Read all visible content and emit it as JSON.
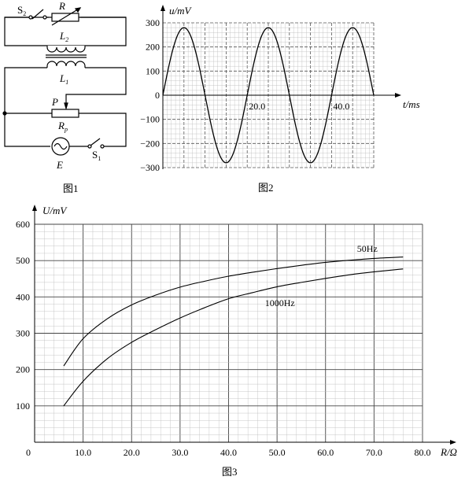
{
  "figure1": {
    "caption": "图1",
    "labels": {
      "s2": "S",
      "s2_sub": "2",
      "r": "R",
      "l2": "L",
      "l2_sub": "2",
      "l1": "L",
      "l1_sub": "1",
      "p": "P",
      "rp": "R",
      "rp_sub": "p",
      "e": "E",
      "s1": "S",
      "s1_sub": "1"
    }
  },
  "chart_data": [
    {
      "type": "line",
      "caption": "图2",
      "ylabel": "u/mV",
      "xlabel": "t/ms",
      "xlim": [
        0,
        50
      ],
      "ylim": [
        -300,
        300
      ],
      "yticks": [
        300,
        200,
        100,
        0,
        -100,
        -200,
        -300
      ],
      "ytick_labels": [
        "300",
        "200",
        "100",
        "0",
        "−100",
        "−200",
        "−300"
      ],
      "xticks": [
        20,
        40
      ],
      "xtick_labels": [
        "20.0",
        "40.0"
      ],
      "series": [
        {
          "name": "",
          "function": "sine",
          "amplitude": 280,
          "period": 20,
          "x_start": 0,
          "x_end": 50
        }
      ],
      "grid": true
    },
    {
      "type": "line",
      "caption": "图3",
      "ylabel": "U/mV",
      "xlabel": "R/Ω",
      "xlim": [
        0,
        80
      ],
      "ylim": [
        0,
        600
      ],
      "xticks": [
        0,
        10,
        20,
        30,
        40,
        50,
        60,
        70,
        80
      ],
      "xtick_labels": [
        "0",
        "10.0",
        "20.0",
        "30.0",
        "40.0",
        "50.0",
        "60.0",
        "70.0",
        "80.0"
      ],
      "yticks": [
        100,
        200,
        300,
        400,
        500,
        600
      ],
      "ytick_labels": [
        "100",
        "200",
        "300",
        "400",
        "500",
        "600"
      ],
      "series": [
        {
          "name": "50Hz",
          "x": [
            6,
            10,
            15,
            20,
            25,
            30,
            35,
            40,
            45,
            50,
            55,
            60,
            65,
            70,
            76
          ],
          "y": [
            210,
            285,
            340,
            378,
            405,
            427,
            443,
            457,
            468,
            478,
            487,
            495,
            501,
            506,
            510
          ]
        },
        {
          "name": "1000Hz",
          "x": [
            6,
            10,
            15,
            20,
            25,
            30,
            35,
            40,
            45,
            50,
            55,
            60,
            65,
            70,
            76
          ],
          "y": [
            100,
            168,
            230,
            275,
            310,
            342,
            370,
            395,
            412,
            428,
            440,
            451,
            461,
            469,
            477
          ]
        }
      ],
      "grid": true
    }
  ]
}
